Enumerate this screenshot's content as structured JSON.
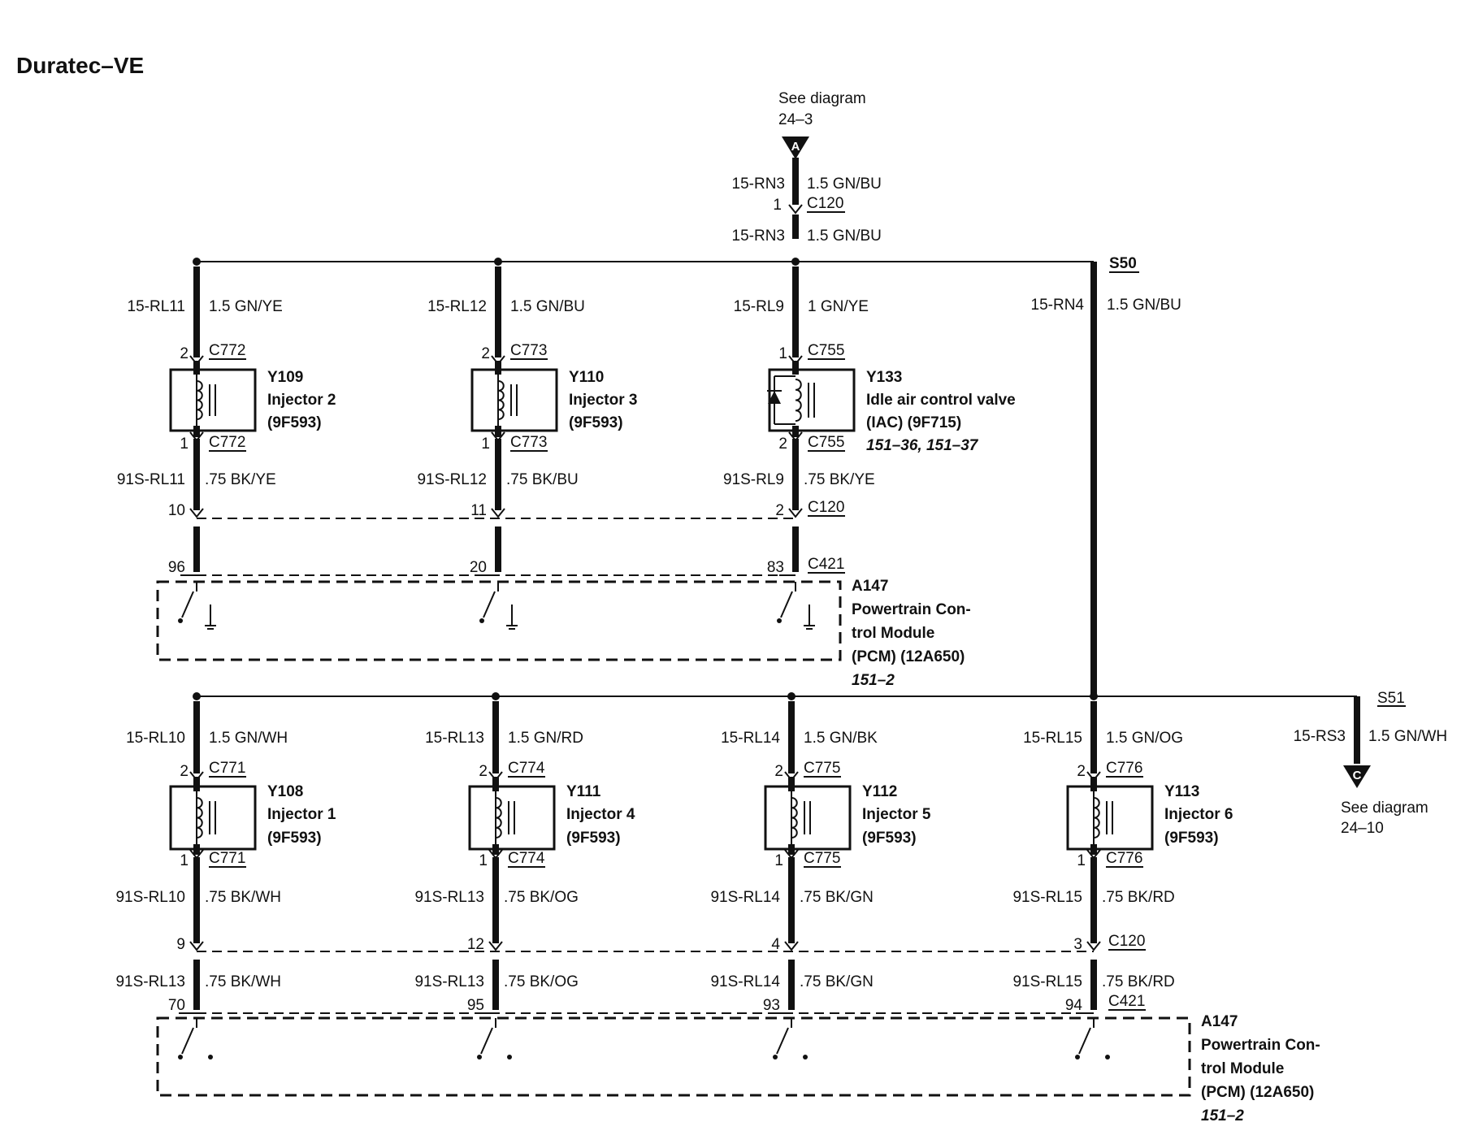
{
  "title": "Duratec–VE",
  "refs": {
    "top": {
      "line1": "See diagram",
      "line2": "24–3",
      "letter": "A"
    },
    "right": {
      "line1": "See diagram",
      "line2": "24–10",
      "letter": "C"
    }
  },
  "feed": {
    "upper_circuit": "15-RN3",
    "upper_wire": "1.5 GN/BU",
    "pin": "1",
    "connector": "C120",
    "lower_circuit": "15-RN3",
    "lower_wire": "1.5 GN/BU"
  },
  "splices": {
    "s50": "S50",
    "s51": "S51"
  },
  "rn4": {
    "circuit": "15-RN4",
    "wire": "1.5 GN/BU"
  },
  "rs3": {
    "circuit": "15-RS3",
    "wire": "1.5 GN/WH"
  },
  "upper_branches": [
    {
      "circuit": "15-RL11",
      "wire": "1.5 GN/YE",
      "pin_top": "2",
      "conn_top": "C772",
      "id": "Y109",
      "name": "Injector 2",
      "part": "(9F593)",
      "pin_bot": "1",
      "conn_bot": "C772",
      "ret_circuit": "91S-RL11",
      "ret_wire": ".75 BK/YE",
      "c120_pin": "10",
      "c421_pin": "96"
    },
    {
      "circuit": "15-RL12",
      "wire": "1.5 GN/BU",
      "pin_top": "2",
      "conn_top": "C773",
      "id": "Y110",
      "name": "Injector 3",
      "part": "(9F593)",
      "pin_bot": "1",
      "conn_bot": "C773",
      "ret_circuit": "91S-RL12",
      "ret_wire": ".75 BK/BU",
      "c120_pin": "11",
      "c421_pin": "20"
    },
    {
      "circuit": "15-RL9",
      "wire": "1 GN/YE",
      "pin_top": "1",
      "conn_top": "C755",
      "id": "Y133",
      "name": "Idle air control valve",
      "part": "(IAC) (9F715)",
      "ref": "151–36, 151–37",
      "pin_bot": "2",
      "conn_bot": "C755",
      "ret_circuit": "91S-RL9",
      "ret_wire": ".75 BK/YE",
      "c120_pin": "2",
      "c421_pin": "83",
      "c120_label": "C120",
      "c421_label": "C421"
    }
  ],
  "lower_branches": [
    {
      "circuit": "15-RL10",
      "wire": "1.5 GN/WH",
      "pin_top": "2",
      "conn_top": "C771",
      "id": "Y108",
      "name": "Injector 1",
      "part": "(9F593)",
      "pin_bot": "1",
      "conn_bot": "C771",
      "ret_circuit": "91S-RL10",
      "ret_wire": ".75 BK/WH",
      "c120_pin": "9",
      "ret2_circuit": "91S-RL13",
      "ret2_wire": ".75 BK/WH",
      "c421_pin": "70"
    },
    {
      "circuit": "15-RL13",
      "wire": "1.5 GN/RD",
      "pin_top": "2",
      "conn_top": "C774",
      "id": "Y111",
      "name": "Injector 4",
      "part": "(9F593)",
      "pin_bot": "1",
      "conn_bot": "C774",
      "ret_circuit": "91S-RL13",
      "ret_wire": ".75 BK/OG",
      "c120_pin": "12",
      "ret2_circuit": "91S-RL13",
      "ret2_wire": ".75 BK/OG",
      "c421_pin": "95"
    },
    {
      "circuit": "15-RL14",
      "wire": "1.5 GN/BK",
      "pin_top": "2",
      "conn_top": "C775",
      "id": "Y112",
      "name": "Injector 5",
      "part": "(9F593)",
      "pin_bot": "1",
      "conn_bot": "C775",
      "ret_circuit": "91S-RL14",
      "ret_wire": ".75 BK/GN",
      "c120_pin": "4",
      "ret2_circuit": "91S-RL14",
      "ret2_wire": ".75 BK/GN",
      "c421_pin": "93"
    },
    {
      "circuit": "15-RL15",
      "wire": "1.5 GN/OG",
      "pin_top": "2",
      "conn_top": "C776",
      "id": "Y113",
      "name": "Injector 6",
      "part": "(9F593)",
      "pin_bot": "1",
      "conn_bot": "C776",
      "ret_circuit": "91S-RL15",
      "ret_wire": ".75 BK/RD",
      "c120_pin": "3",
      "ret2_circuit": "91S-RL15",
      "ret2_wire": ".75 BK/RD",
      "c421_pin": "94",
      "c120_label": "C120",
      "c421_label": "C421"
    }
  ],
  "pcm_upper": {
    "id": "A147",
    "l1": "Powertrain Con-",
    "l2": "trol Module",
    "l3": "(PCM) (12A650)",
    "ref": "151–2"
  },
  "pcm_lower": {
    "id": "A147",
    "l1": "Powertrain Con-",
    "l2": "trol Module",
    "l3": "(PCM) (12A650)",
    "ref": "151–2"
  }
}
